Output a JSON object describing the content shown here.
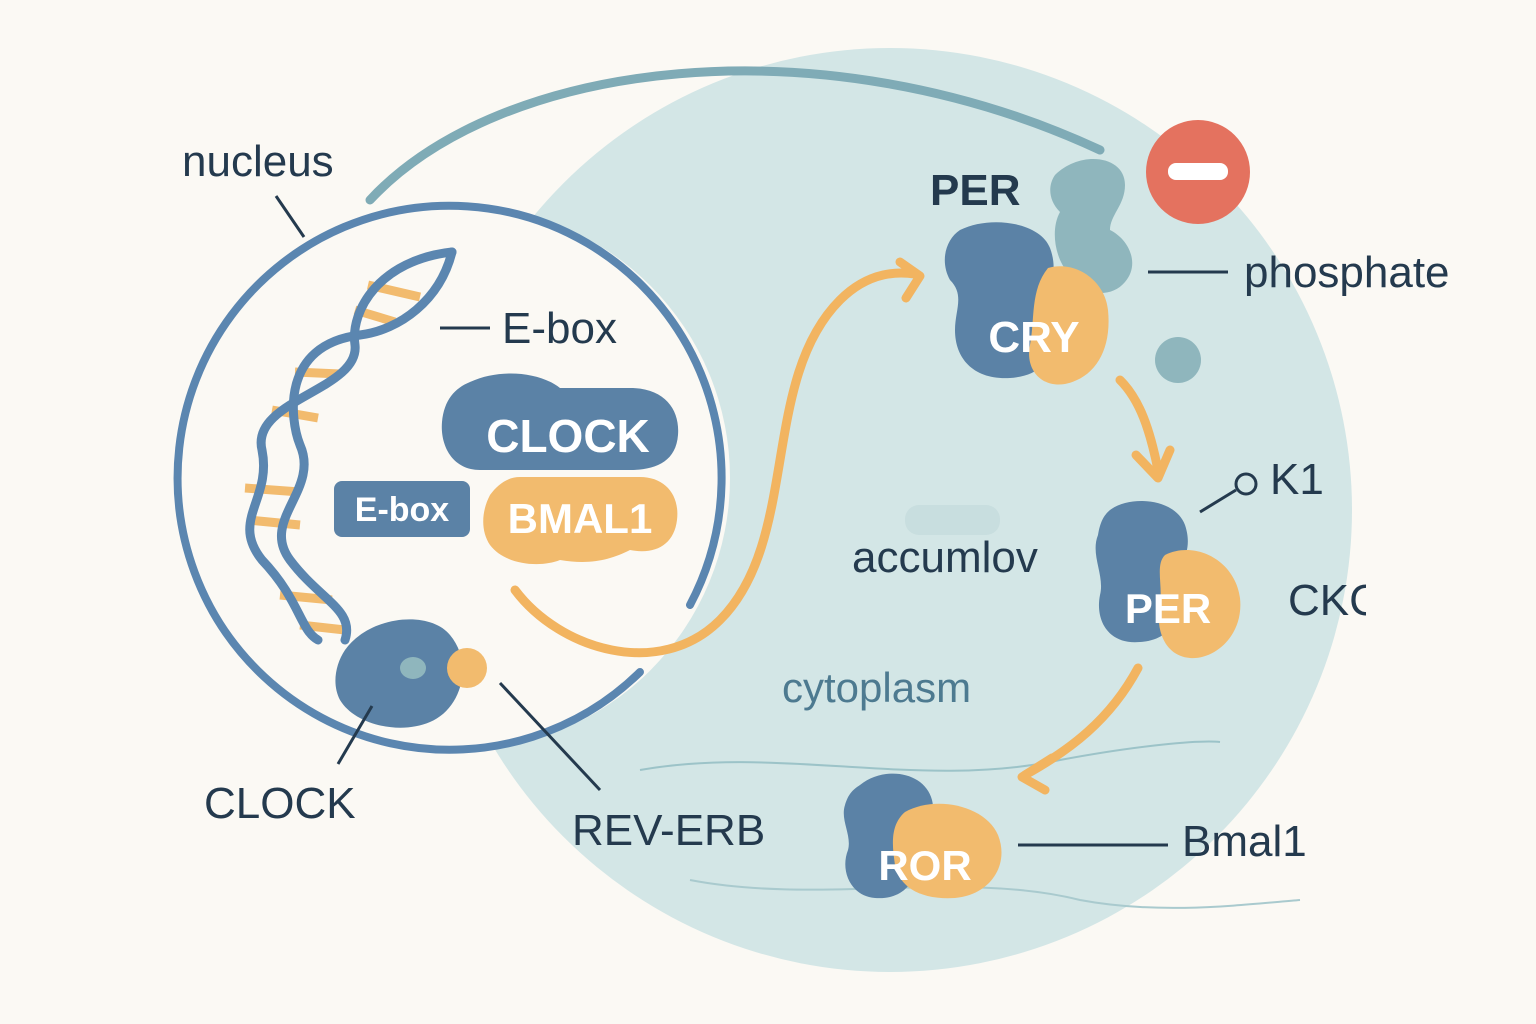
{
  "colors": {
    "background": "#fbf9f4",
    "cell": "#d3e6e6",
    "cell_membrane": "#7fabb6",
    "nucleus_ring": "#5b86b0",
    "protein_blue": "#5b82a6",
    "protein_orange": "#f2bb6e",
    "arrow_orange": "#f2b460",
    "phosphate_teal": "#8fb6bd",
    "inhibit_red": "#e4725f",
    "text": "#243a4e",
    "cytoplasm_text": "#4d7a90"
  },
  "labels": {
    "nucleus": "nucleus",
    "ebox_dna": "E-box",
    "ebox_box": "E-box",
    "clock_complex": "CLOCK",
    "bmal1_complex": "BMAL1",
    "clock_bottom": "CLOCK",
    "rev_erb": "REV-ERB",
    "per_top": "PER",
    "cry": "CRY",
    "phosphate": "phosphate",
    "accumulate": "accumlov",
    "k1": "K1",
    "per_mid": "PER",
    "ckc": "CKC",
    "cytoplasm": "cytoplasm",
    "ror": "ROR",
    "bmal1_right": "Bmal1"
  },
  "icons": {
    "inhibit": "minus-circle-icon",
    "dna": "dna-helix-icon"
  }
}
